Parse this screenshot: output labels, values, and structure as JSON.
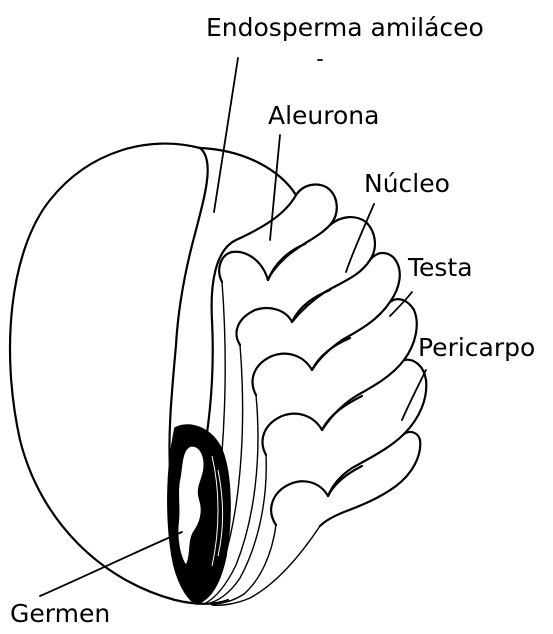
{
  "labels": {
    "endosperma": "Endosperma amiláceo",
    "aleurona": "Aleurona",
    "nucleo": "Núcleo",
    "testa": "Testa",
    "pericarpo": "Pericarpo",
    "germen": "Germen"
  },
  "colors": {
    "ink": "#000000",
    "background": "#ffffff"
  }
}
